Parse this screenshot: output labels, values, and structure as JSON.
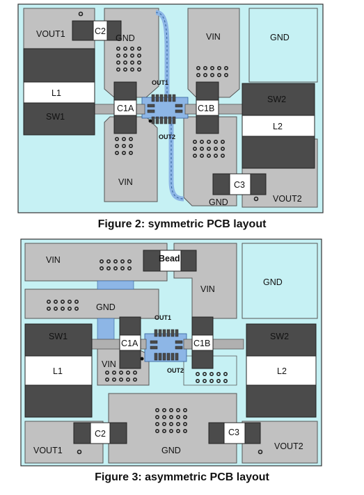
{
  "figure2": {
    "caption": "Figure 2: symmetric PCB layout",
    "labels": {
      "vout1": "VOUT1",
      "c2": "C2",
      "gnd_top": "GND",
      "vin_top": "VIN",
      "gnd_right": "GND",
      "l1": "L1",
      "sw1": "SW1",
      "out1": "OUT1",
      "c1a": "C1A",
      "c1b": "C1B",
      "sw2": "SW2",
      "out2": "OUT2",
      "l2": "L2",
      "vin_bottom": "VIN",
      "c3": "C3",
      "gnd_bottom": "GND",
      "vout2": "VOUT2"
    }
  },
  "figure3": {
    "caption": "Figure 3: asymmetric PCB layout",
    "labels": {
      "vin_top": "VIN",
      "bead": "Bead",
      "vin_mid": "VIN",
      "gnd_right": "GND",
      "gnd_left": "GND",
      "out1": "OUT1",
      "sw1": "SW1",
      "c1a": "C1A",
      "c1b": "C1B",
      "sw2": "SW2",
      "vin_small": "VIN",
      "out2": "OUT2",
      "l1": "L1",
      "l2": "L2",
      "c2": "C2",
      "c3": "C3",
      "vout1": "VOUT1",
      "gnd_bottom": "GND",
      "vout2": "VOUT2"
    }
  },
  "colors": {
    "board": "#c6f1f4",
    "copper": "#c1c1c1",
    "inductor_dark": "#4b4b4b",
    "component_white": "#ffffff",
    "trace_blue": "#8db6e6",
    "outline": "#333333"
  }
}
